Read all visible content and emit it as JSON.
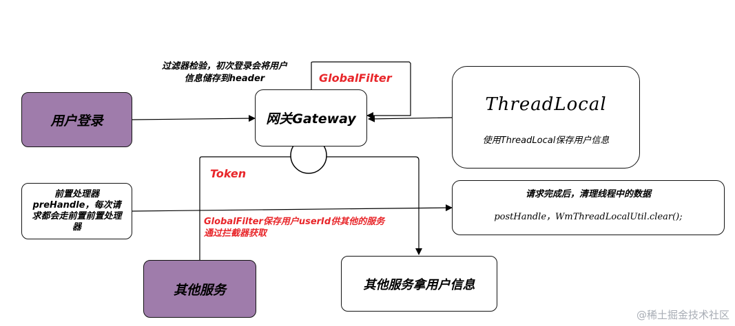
{
  "nodes": {
    "user_login": "用户登录",
    "gateway": "网关Gateway",
    "threadlocal_title": "ThreadLocal",
    "threadlocal_desc": "使用ThreadLocal保存用户信息",
    "prehandle": "前置处理器preHandle，每次请求都会走前置前置处理器",
    "posthandle_title": "请求完成后，清理线程中的数据",
    "posthandle_code": "postHandle，WmThreadLocalUtil.clear();",
    "other_service": "其他服务",
    "other_service_get": "其他服务拿用户信息"
  },
  "labels": {
    "filter_note_line1": "过滤器检验，初次登录会将用户",
    "filter_note_line2": "信息储存到header",
    "globalfilter": "GlobalFilter",
    "token": "Token",
    "globalfilter_note_line1": "GlobalFilter保存用户userId供其他的服务",
    "globalfilter_note_line2": "通过拦截器获取"
  },
  "watermark": "@稀土掘金技术社区",
  "colors": {
    "purple_fill": "#9f7cab",
    "red_text": "#e8262a"
  }
}
